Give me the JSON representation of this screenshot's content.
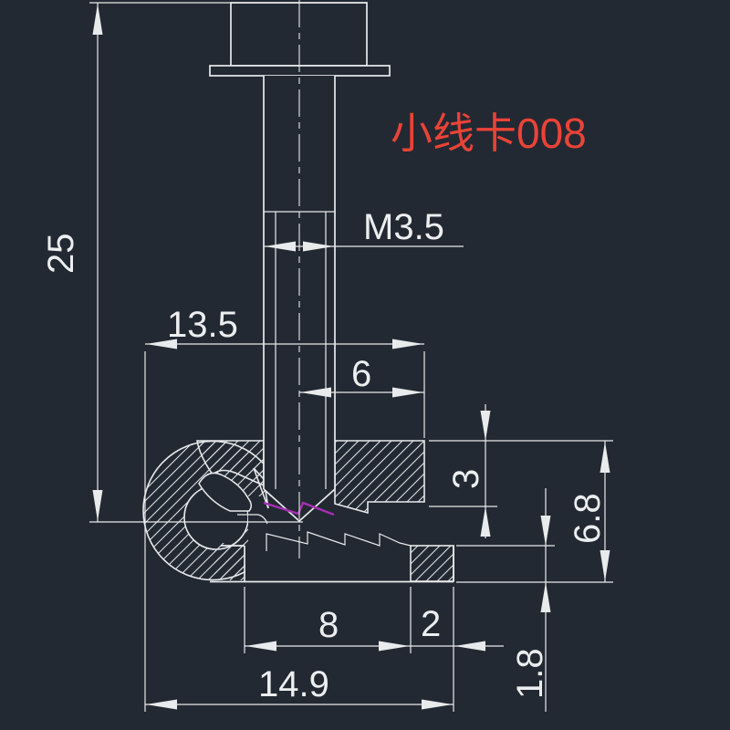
{
  "label": {
    "part_name": "小线卡008"
  },
  "dimensions": {
    "overall_height": "25",
    "thread_size": "M3.5",
    "body_width": "13.5",
    "right_span": "6",
    "upper_thickness": "3",
    "clip_height": "6.8",
    "slot_width": "8",
    "foot_width": "2",
    "overall_length": "14.9",
    "base_thickness": "1.8"
  },
  "colors": {
    "background": "#232932",
    "line": "#e8eaec",
    "teeth_highlight": "#a62fb5",
    "part_label": "#ea4338"
  }
}
